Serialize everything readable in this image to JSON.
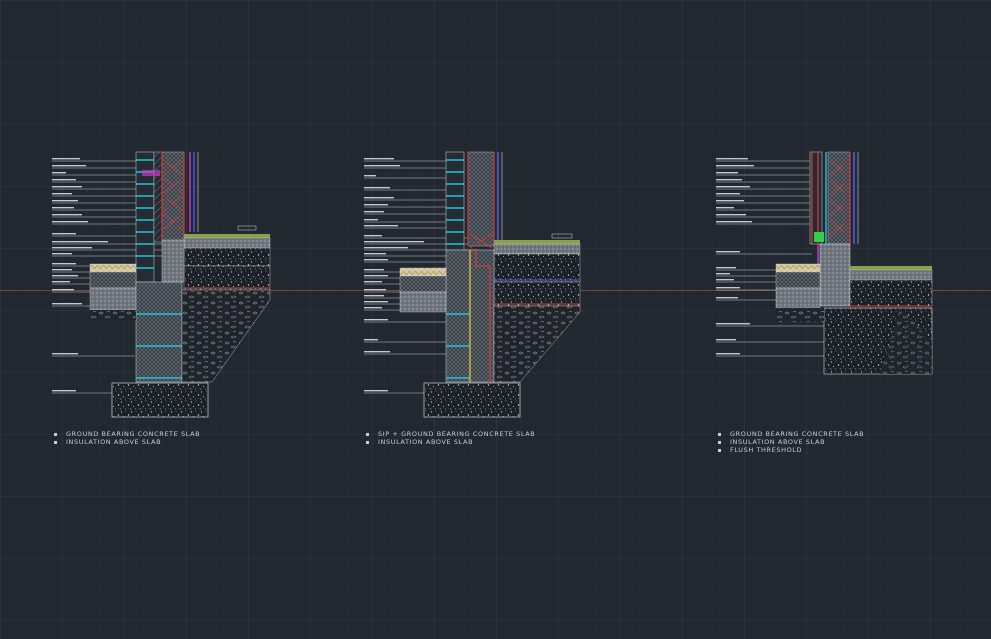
{
  "colors": {
    "background": "#212830",
    "grid_minor": "#2b333d",
    "grid_major": "#323b46",
    "line_white": "#d6dade",
    "cyan": "#22c4d8",
    "red": "#d63a3a",
    "magenta": "#c43cc4",
    "blue": "#4a5ce0",
    "yellow": "#e8c83a",
    "green": "#2fd04a",
    "grey": "#8a9099",
    "datum_orange": "#b05a3a"
  },
  "details": [
    {
      "id": "detail-1",
      "notes": [
        "GROUND BEARING CONCRETE SLAB",
        "INSULATION ABOVE SLAB"
      ]
    },
    {
      "id": "detail-2",
      "notes": [
        "SIP + GROUND BEARING CONCRETE SLAB",
        "INSULATION ABOVE SLAB"
      ]
    },
    {
      "id": "detail-3",
      "notes": [
        "GROUND BEARING CONCRETE SLAB",
        "INSULATION ABOVE SLAB",
        "FLUSH THRESHOLD"
      ]
    }
  ]
}
